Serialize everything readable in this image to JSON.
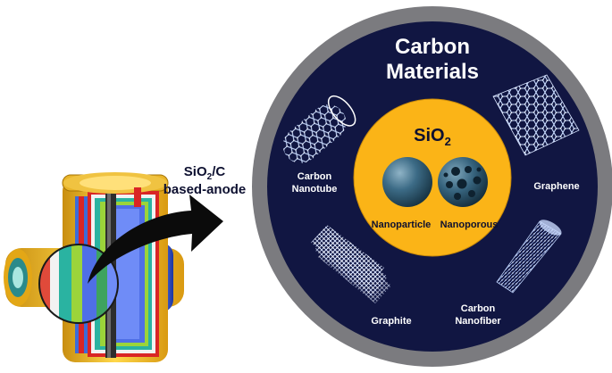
{
  "arrow_label": {
    "line1_main": "SiO",
    "line1_sub": "2",
    "line1_suffix": "/C",
    "line2": "based-anode"
  },
  "carbon": {
    "title_line1": "Carbon",
    "title_line2": "Materials"
  },
  "core": {
    "title_main": "SiO",
    "title_sub": "2",
    "left_label": "Nanoparticle",
    "right_label": "Nanoporous"
  },
  "materials": {
    "nanotube_line1": "Carbon",
    "nanotube_line2": "Nanotube",
    "graphene": "Graphene",
    "graphite": "Graphite",
    "nanofiber_line1": "Carbon",
    "nanofiber_line2": "Nanofiber"
  },
  "colors": {
    "outer_ring": "#7b7b7f",
    "navy_disk": "#111642",
    "core_gold": "#fbb417",
    "sphere": "#2e5872",
    "arrow": "#0b0b0b"
  }
}
